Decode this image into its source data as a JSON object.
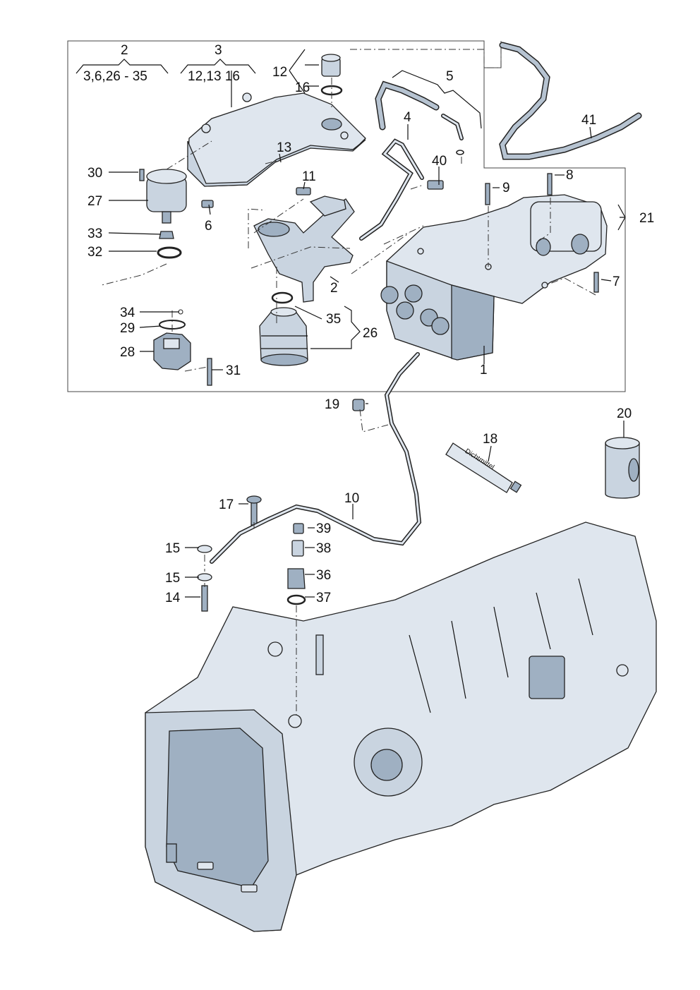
{
  "groups": [
    {
      "number": "2",
      "range": "3,6,26 - 35"
    },
    {
      "number": "3",
      "range": "12,13 16"
    },
    {
      "number": "5",
      "range": ""
    }
  ],
  "callouts": {
    "c1": "1",
    "c2": "2",
    "c4": "4",
    "c6": "6",
    "c7": "7",
    "c8": "8",
    "c9": "9",
    "c10": "10",
    "c11": "11",
    "c12": "12",
    "c13": "13",
    "c14": "14",
    "c15a": "15",
    "c15b": "15",
    "c16": "16",
    "c17": "17",
    "c18": "18",
    "c19": "19",
    "c20": "20",
    "c21": "21",
    "c26": "26",
    "c27": "27",
    "c28": "28",
    "c29": "29",
    "c30": "30",
    "c31": "31",
    "c32": "32",
    "c33": "33",
    "c34": "34",
    "c35": "35",
    "c36": "36",
    "c37": "37",
    "c38": "38",
    "c39": "39",
    "c40": "40",
    "c41": "41"
  },
  "tube_label": "Dichtmittel"
}
